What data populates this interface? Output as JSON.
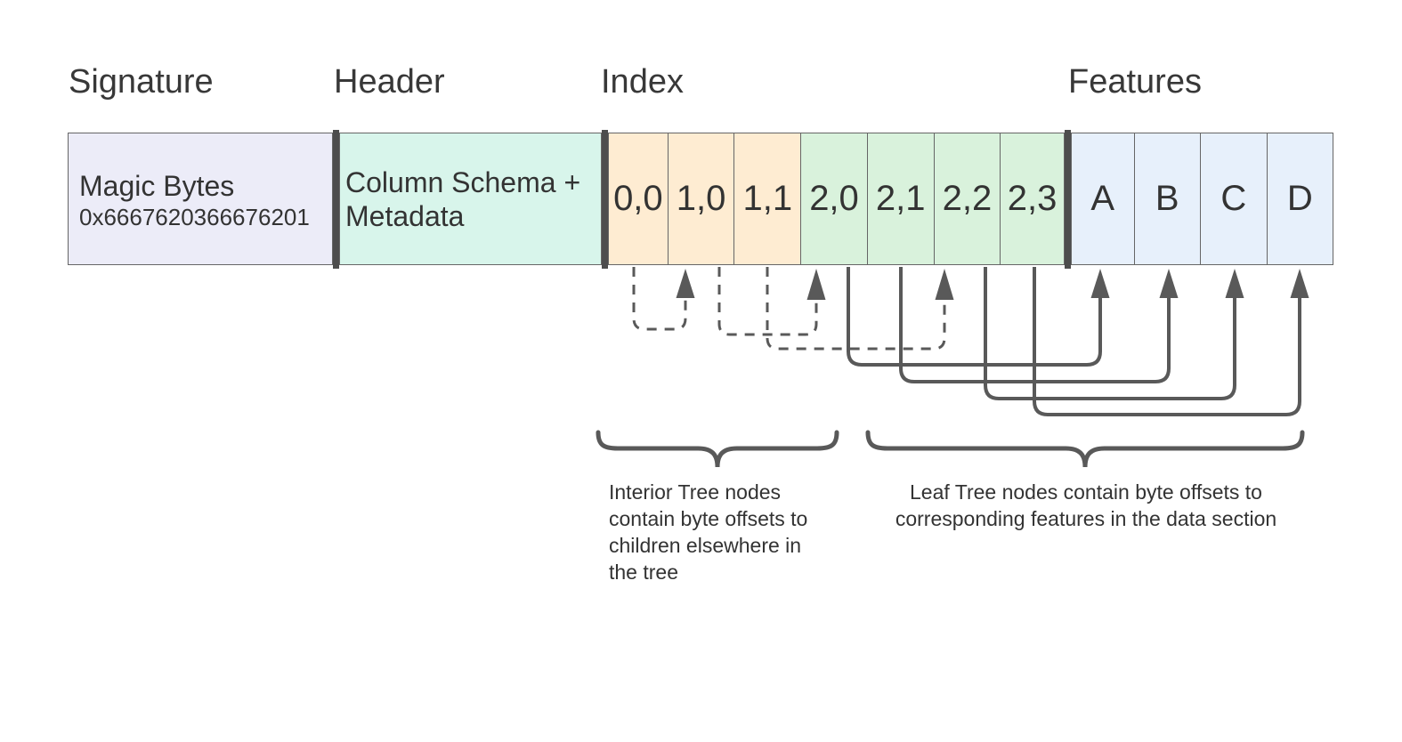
{
  "diagram": {
    "section_labels": {
      "signature": "Signature",
      "header": "Header",
      "index": "Index",
      "features": "Features"
    },
    "signature": {
      "title": "Magic Bytes",
      "hex": "0x6667620366676201"
    },
    "header": {
      "label": "Column Schema + Metadata"
    },
    "index": {
      "interior_nodes": [
        "0,0",
        "1,0",
        "1,1"
      ],
      "leaf_nodes": [
        "2,0",
        "2,1",
        "2,2",
        "2,3"
      ]
    },
    "features": [
      "A",
      "B",
      "C",
      "D"
    ],
    "annotations": {
      "interior_lines": [
        "Interior Tree nodes",
        "contain byte offsets to",
        "children elsewhere in",
        "the tree"
      ],
      "leaf_lines": [
        "Leaf Tree nodes contain byte offsets to",
        "corresponding features in the data section"
      ]
    },
    "colors": {
      "signature_fill": "#ECECF8",
      "header_fill": "#D8F5EB",
      "interior_fill": "#FEECD2",
      "leaf_fill": "#D9F2DC",
      "features_fill": "#E7F0FB",
      "arrow": "#595959",
      "separator": "#4D4D4D",
      "cell_border": "#666666",
      "text": "#333333"
    }
  }
}
